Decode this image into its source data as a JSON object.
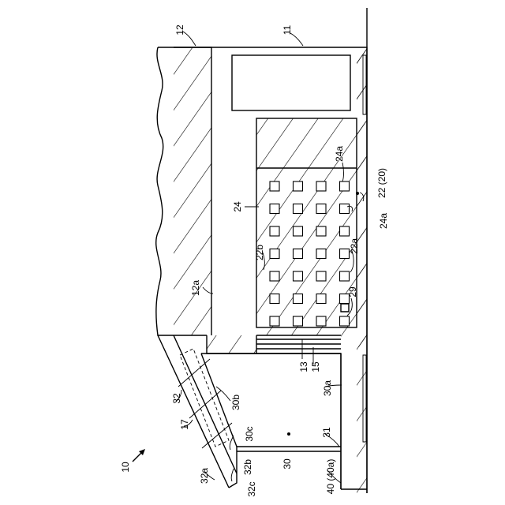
{
  "labels": {
    "l10": "10",
    "l11": "11",
    "l12": "12",
    "l12a": "12a",
    "l13": "13",
    "l15": "15",
    "l17": "17",
    "l22": "22 (20)",
    "l22a": "22a",
    "l22b": "22b",
    "l24": "24",
    "l24a_top": "24a",
    "l24a_bottom": "24a",
    "l29": "29",
    "l30": "30",
    "l30a": "30a",
    "l30b": "30b",
    "l30c": "30c",
    "l31": "31",
    "l32": "32",
    "l32a": "32a",
    "l32b": "32b",
    "l32c": "32c",
    "l40": "40 (40a)"
  },
  "grid": {
    "rows": 7,
    "cols": 4
  }
}
